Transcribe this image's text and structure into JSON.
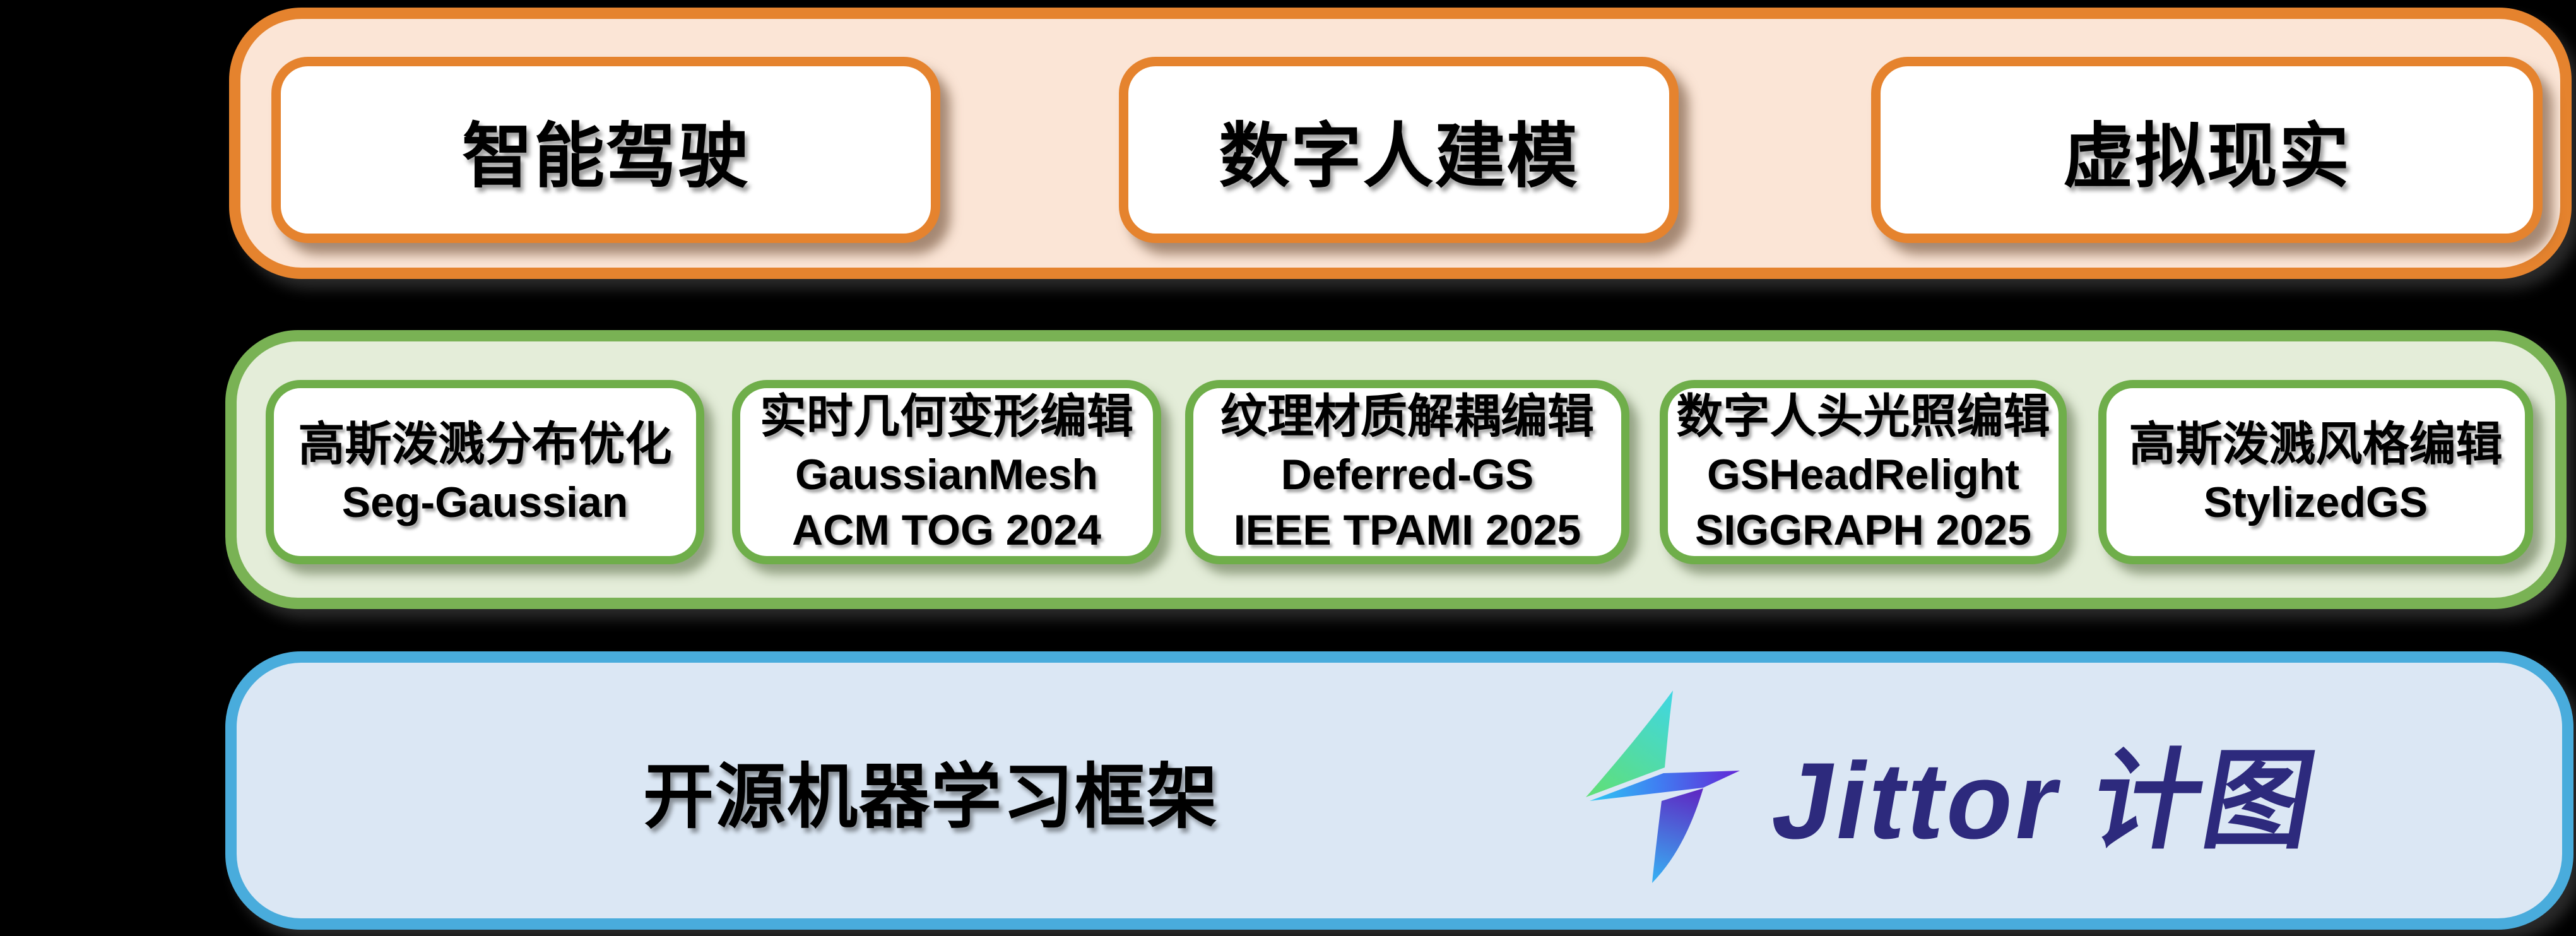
{
  "slide": {
    "background_color": "#000000",
    "top_band": {
      "name": "application-domains",
      "border_color": "#e5832e",
      "fill_color": "#fbe5d6",
      "boxes": [
        {
          "label": "智能驾驶"
        },
        {
          "label": "数字人建模"
        },
        {
          "label": "虚拟现实"
        }
      ]
    },
    "middle_band": {
      "name": "research-projects",
      "border_color": "#79b254",
      "fill_color": "#e4edd9",
      "boxes": [
        {
          "title": "高斯泼溅分布优化",
          "lines": [
            "Seg-Gaussian"
          ]
        },
        {
          "title": "实时几何变形编辑",
          "lines": [
            "GaussianMesh",
            "ACM TOG 2024"
          ]
        },
        {
          "title": "纹理材质解耦编辑",
          "lines": [
            "Deferred-GS",
            "IEEE TPAMI 2025"
          ]
        },
        {
          "title": "数字人头光照编辑",
          "lines": [
            "GSHeadRelight",
            "SIGGRAPH 2025"
          ]
        },
        {
          "title": "高斯泼溅风格编辑",
          "lines": [
            "StylizedGS"
          ]
        }
      ]
    },
    "bottom_band": {
      "name": "framework-layer",
      "border_color": "#49acdc",
      "fill_color": "#dbe7f4",
      "label": "开源机器学习框架",
      "logo": {
        "text": "Jittor 计图",
        "text_color": "#2d2a7d",
        "bolt_colors": {
          "upper_start": "#3fd6e6",
          "upper_end": "#5fdf7a",
          "mid_start": "#2ec8f2",
          "mid_mid": "#3f7ff2",
          "mid_end": "#6326d6",
          "lower_start": "#5d2cc4",
          "lower_end": "#36b3f4"
        }
      }
    }
  }
}
